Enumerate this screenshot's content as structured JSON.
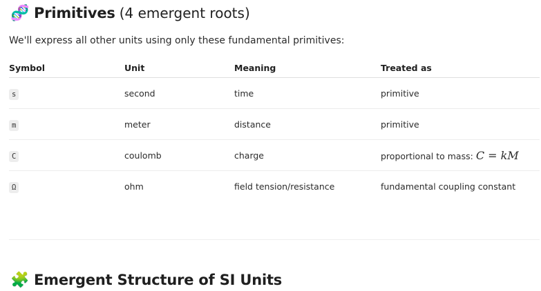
{
  "section1": {
    "emoji": "🧬",
    "title_bold": "Primitives",
    "title_rest": "(4 emergent roots)",
    "intro": "We'll express all other units using only these fundamental primitives:"
  },
  "table": {
    "headers": [
      "Symbol",
      "Unit",
      "Meaning",
      "Treated as"
    ],
    "rows": [
      {
        "symbol": "s",
        "unit": "second",
        "meaning": "time",
        "treated": "primitive",
        "math": ""
      },
      {
        "symbol": "m",
        "unit": "meter",
        "meaning": "distance",
        "treated": "primitive",
        "math": ""
      },
      {
        "symbol": "C",
        "unit": "coulomb",
        "meaning": "charge",
        "treated": "proportional to mass:",
        "math": "C = kM"
      },
      {
        "symbol": "Ω",
        "unit": "ohm",
        "meaning": "field tension/resistance",
        "treated": "fundamental coupling constant",
        "math": ""
      }
    ]
  },
  "section2": {
    "emoji": "🧩",
    "title_bold": "Emergent Structure of SI Units"
  }
}
